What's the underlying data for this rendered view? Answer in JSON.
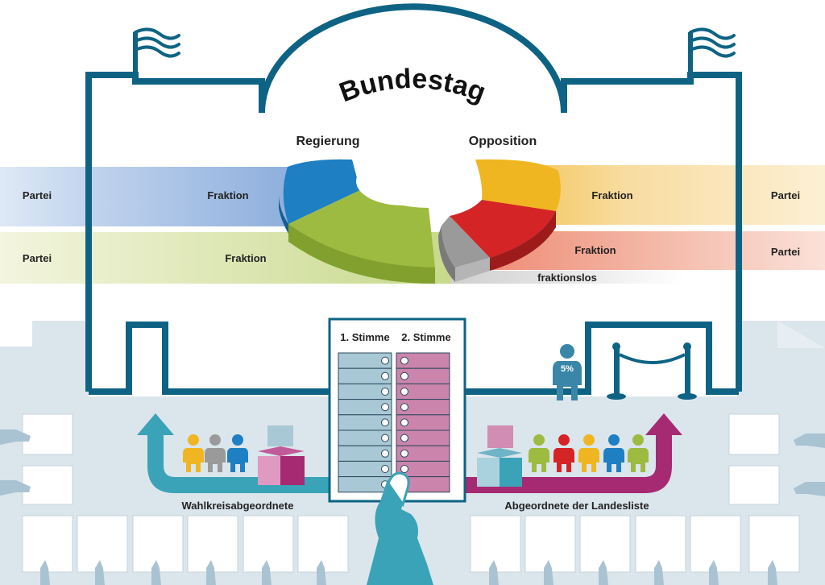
{
  "title": "Bundestag",
  "sides": {
    "government": "Regierung",
    "opposition": "Opposition"
  },
  "bands": {
    "left_top": {
      "party": "Partei",
      "faction": "Fraktion"
    },
    "left_bottom": {
      "party": "Partei",
      "faction": "Fraktion"
    },
    "right_top": {
      "party": "Partei",
      "faction": "Fraktion"
    },
    "right_middle": {
      "party": "Partei",
      "faction": "Fraktion"
    },
    "independent": "fraktionslos"
  },
  "ballot": {
    "first_vote": "1. Stimme",
    "second_vote": "2. Stimme",
    "rows": 9
  },
  "threshold": "5%",
  "paths": {
    "constituency": "Wahlkreisabgeordnete",
    "list": "Abgeordnete der Landesliste"
  },
  "colors": {
    "building": "#0e6384",
    "blue": "#1e7fc3",
    "green": "#9dbb40",
    "yellow": "#efb621",
    "red": "#d42426",
    "grey": "#9a9a9a",
    "teal_arrow": "#3aa3b7",
    "magenta_arrow": "#a52a72",
    "first_vote_col": "#a9c8d6",
    "second_vote_col": "#cb84ab",
    "background_people": "#dbe5ec"
  }
}
